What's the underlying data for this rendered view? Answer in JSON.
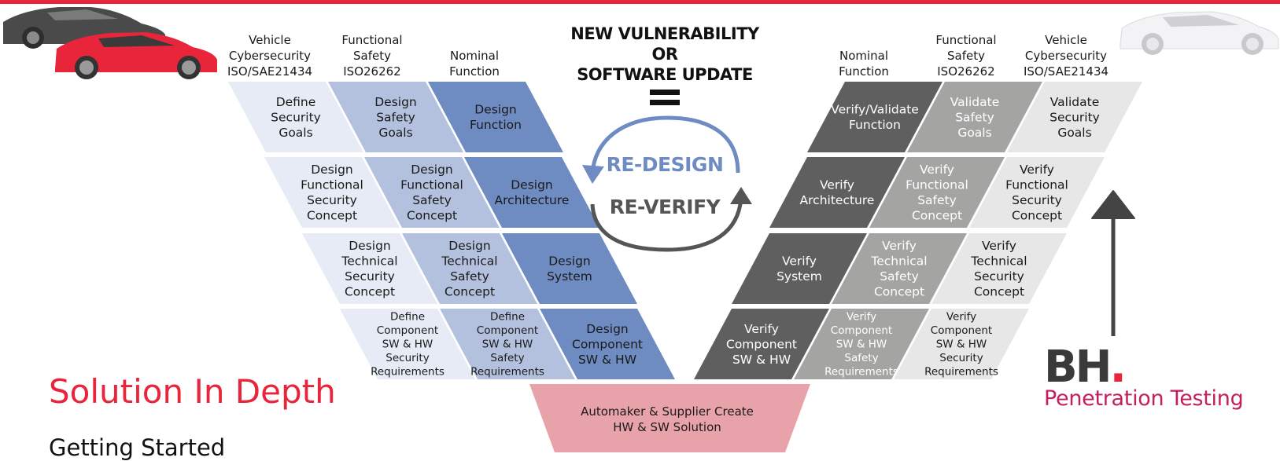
{
  "header_bar_color": "#e8253a",
  "left_column_headers": [
    {
      "lines": [
        "Vehicle",
        "Cybersecurity",
        "ISO/SAE21434"
      ]
    },
    {
      "lines": [
        "Functional",
        "Safety",
        "ISO26262"
      ]
    },
    {
      "lines": [
        "Nominal",
        "Function"
      ]
    }
  ],
  "right_column_headers": [
    {
      "lines": [
        "Nominal",
        "Function"
      ]
    },
    {
      "lines": [
        "Functional",
        "Safety",
        "ISO26262"
      ]
    },
    {
      "lines": [
        "Vehicle",
        "Cybersecurity",
        "ISO/SAE21434"
      ]
    }
  ],
  "left_rows": [
    [
      {
        "lines": [
          "Define",
          "Security",
          "Goals"
        ],
        "fill": "#e6ebf5",
        "text_color": "#1a1a1a"
      },
      {
        "lines": [
          "Design",
          "Safety",
          "Goals"
        ],
        "fill": "#b3c1de",
        "text_color": "#1a1a1a"
      },
      {
        "lines": [
          "Design",
          "Function"
        ],
        "fill": "#6e8cc2",
        "text_color": "#1a1a1a"
      }
    ],
    [
      {
        "lines": [
          "Design",
          "Functional",
          "Security",
          "Concept"
        ],
        "fill": "#e6ebf5",
        "text_color": "#1a1a1a"
      },
      {
        "lines": [
          "Design",
          "Functional",
          "Safety",
          "Concept"
        ],
        "fill": "#b3c1de",
        "text_color": "#1a1a1a"
      },
      {
        "lines": [
          "Design",
          "Architecture"
        ],
        "fill": "#6e8cc2",
        "text_color": "#1a1a1a"
      }
    ],
    [
      {
        "lines": [
          "Design",
          "Technical",
          "Security",
          "Concept"
        ],
        "fill": "#e6ebf5",
        "text_color": "#1a1a1a"
      },
      {
        "lines": [
          "Design",
          "Technical",
          "Safety",
          "Concept"
        ],
        "fill": "#b3c1de",
        "text_color": "#1a1a1a"
      },
      {
        "lines": [
          "Design",
          "System"
        ],
        "fill": "#6e8cc2",
        "text_color": "#1a1a1a"
      }
    ],
    [
      {
        "lines": [
          "Define",
          "Component",
          "SW & HW",
          "Security",
          "Requirements"
        ],
        "fill": "#e6ebf5",
        "text_color": "#1a1a1a"
      },
      {
        "lines": [
          "Define",
          "Component",
          "SW & HW",
          "Safety",
          "Requirements"
        ],
        "fill": "#b3c1de",
        "text_color": "#1a1a1a"
      },
      {
        "lines": [
          "Design",
          "Component",
          "SW & HW"
        ],
        "fill": "#6e8cc2",
        "text_color": "#1a1a1a"
      }
    ]
  ],
  "right_rows": [
    [
      {
        "lines": [
          "Verify/Validate",
          "Function"
        ],
        "fill": "#5f5f5f",
        "text_color": "#ffffff"
      },
      {
        "lines": [
          "Validate",
          "Safety",
          "Goals"
        ],
        "fill": "#a4a5a3",
        "text_color": "#ffffff"
      },
      {
        "lines": [
          "Validate",
          "Security",
          "Goals"
        ],
        "fill": "#e6e7e6",
        "text_color": "#1a1a1a"
      }
    ],
    [
      {
        "lines": [
          "Verify",
          "Architecture"
        ],
        "fill": "#5f5f5f",
        "text_color": "#ffffff"
      },
      {
        "lines": [
          "Verify",
          "Functional",
          "Safety",
          "Concept"
        ],
        "fill": "#a4a5a3",
        "text_color": "#ffffff"
      },
      {
        "lines": [
          "Verify",
          "Functional",
          "Security",
          "Concept"
        ],
        "fill": "#e6e7e6",
        "text_color": "#1a1a1a"
      }
    ],
    [
      {
        "lines": [
          "Verify",
          "System"
        ],
        "fill": "#5f5f5f",
        "text_color": "#ffffff"
      },
      {
        "lines": [
          "Verify",
          "Technical",
          "Safety",
          "Concept"
        ],
        "fill": "#a4a5a3",
        "text_color": "#ffffff"
      },
      {
        "lines": [
          "Verify",
          "Technical",
          "Security",
          "Concept"
        ],
        "fill": "#e6e7e6",
        "text_color": "#1a1a1a"
      }
    ],
    [
      {
        "lines": [
          "Verify",
          "Component",
          "SW & HW"
        ],
        "fill": "#5f5f5f",
        "text_color": "#ffffff"
      },
      {
        "lines": [
          "Verify",
          "Component",
          "SW & HW",
          "Safety",
          "Requirements"
        ],
        "fill": "#a4a5a3",
        "text_color": "#ffffff"
      },
      {
        "lines": [
          "Verify",
          "Component",
          "SW & HW",
          "Security",
          "Requirements"
        ],
        "fill": "#e6e7e6",
        "text_color": "#1a1a1a"
      }
    ]
  ],
  "center": {
    "title_lines": [
      "NEW VULNERABILITY",
      "OR",
      "SOFTWARE UPDATE"
    ],
    "redesign": "RE-DESIGN",
    "reverify": "RE-VERIFY",
    "redesign_color": "#6e8cc2",
    "reverify_color": "#555555"
  },
  "bottom_box": {
    "lines": [
      "Automaker & Supplier Create",
      "HW & SW Solution"
    ],
    "fill": "#e8a3aa"
  },
  "solution": {
    "title": "Solution In Depth",
    "subtitle": "Getting Started"
  },
  "brand": {
    "mark": "BH",
    "dot": ".",
    "tagline": "Penetration Testing"
  }
}
